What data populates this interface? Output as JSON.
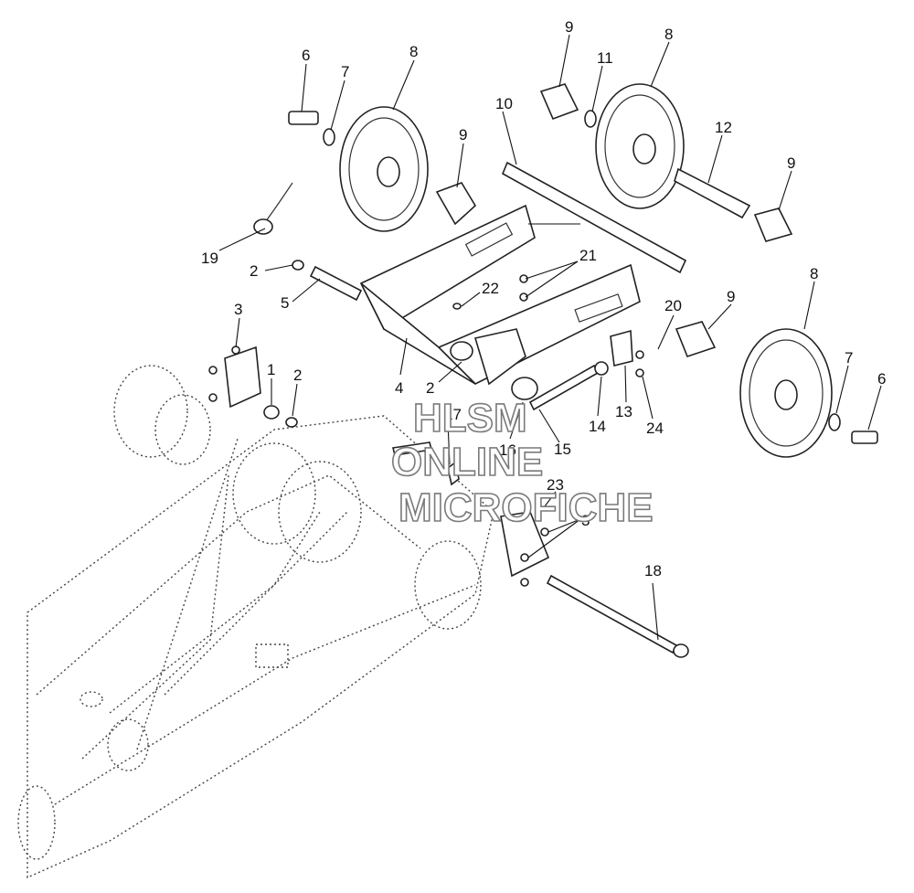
{
  "diagram": {
    "callouts": [
      {
        "id": "c6a",
        "label": "6"
      },
      {
        "id": "c7a",
        "label": "7"
      },
      {
        "id": "c8a",
        "label": "8"
      },
      {
        "id": "c9a",
        "label": "9"
      },
      {
        "id": "c11",
        "label": "11"
      },
      {
        "id": "c8b",
        "label": "8"
      },
      {
        "id": "c10",
        "label": "10"
      },
      {
        "id": "c9b",
        "label": "9"
      },
      {
        "id": "c12",
        "label": "12"
      },
      {
        "id": "c9c",
        "label": "9"
      },
      {
        "id": "c19",
        "label": "19"
      },
      {
        "id": "c2a",
        "label": "2"
      },
      {
        "id": "c5",
        "label": "5"
      },
      {
        "id": "c21",
        "label": "21"
      },
      {
        "id": "c22",
        "label": "22"
      },
      {
        "id": "c8c",
        "label": "8"
      },
      {
        "id": "c9d",
        "label": "9"
      },
      {
        "id": "c20",
        "label": "20"
      },
      {
        "id": "c3a",
        "label": "3"
      },
      {
        "id": "c1",
        "label": "1"
      },
      {
        "id": "c2b",
        "label": "2"
      },
      {
        "id": "c4",
        "label": "4"
      },
      {
        "id": "c2c",
        "label": "2"
      },
      {
        "id": "c13",
        "label": "13"
      },
      {
        "id": "c14",
        "label": "14"
      },
      {
        "id": "c24",
        "label": "24"
      },
      {
        "id": "c7b",
        "label": "7"
      },
      {
        "id": "c6b",
        "label": "6"
      },
      {
        "id": "c17",
        "label": "17"
      },
      {
        "id": "c16",
        "label": "16"
      },
      {
        "id": "c15",
        "label": "15"
      },
      {
        "id": "c23",
        "label": "23"
      },
      {
        "id": "c3b",
        "label": "3"
      },
      {
        "id": "c18",
        "label": "18"
      }
    ]
  },
  "watermark": {
    "line1": "HLSM",
    "line2": "ONLINE",
    "line3": "MICROFICHE"
  }
}
